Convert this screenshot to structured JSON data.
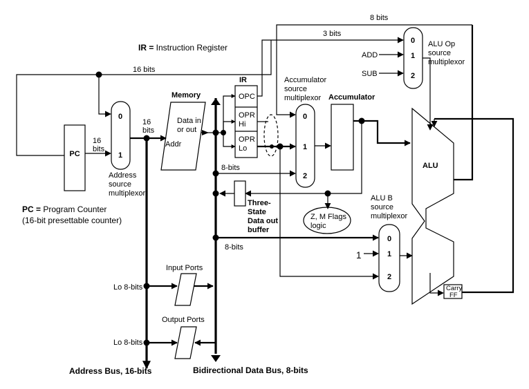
{
  "legend": {
    "ir_abbr": "IR =",
    "ir_text": " Instruction Register",
    "pc_abbr": "PC =",
    "pc_text": " Program Counter",
    "pc_sub": "(16-bit presettable counter)"
  },
  "blocks": {
    "pc": "PC",
    "memory": "Memory",
    "mem_data": [
      "Data in",
      "or out"
    ],
    "mem_addr": "Addr",
    "ir": "IR",
    "opc": "OPC",
    "opr_hi": [
      "OPR",
      "Hi"
    ],
    "opr_lo": [
      "OPR",
      "Lo"
    ],
    "accumulator": "Accumulator",
    "alu": "ALU",
    "carry_ff": [
      "Carry",
      "FF"
    ],
    "flags": [
      "Z, M Flags",
      "logic"
    ],
    "tri_state": [
      "Three-",
      "State",
      "Data out",
      "buffer"
    ],
    "input_ports": "Input Ports",
    "output_ports": "Output Ports"
  },
  "muxes": {
    "address": {
      "label": [
        "Address",
        "source",
        "multiplexor"
      ],
      "inputs": [
        "0",
        "1"
      ]
    },
    "acc_src": {
      "label": [
        "Accumulator",
        "source",
        "multiplexor"
      ],
      "inputs": [
        "0",
        "1",
        "2"
      ]
    },
    "alu_op": {
      "label": [
        "ALU Op",
        "source",
        "multiplexor"
      ],
      "inputs": [
        "0",
        "1",
        "2"
      ]
    },
    "alu_b": {
      "label": [
        "ALU B",
        "source",
        "multiplexor"
      ],
      "inputs": [
        "0",
        "1",
        "2"
      ]
    }
  },
  "signals": {
    "bits8_top": "8 bits",
    "bits3": "3 bits",
    "bits16_top": "16 bits",
    "bits16_pc": [
      "16",
      "bits"
    ],
    "bits16_mux": [
      "16",
      "bits"
    ],
    "bits8_a": "8-bits",
    "bits8_b": "8-bits",
    "add": "ADD",
    "sub": "SUB",
    "one": "1",
    "lo8_in": "Lo 8-bits",
    "lo8_out": "Lo 8-bits"
  },
  "buses": {
    "address": "Address Bus, 16-bits",
    "data": "Bidirectional Data Bus, 8-bits"
  }
}
